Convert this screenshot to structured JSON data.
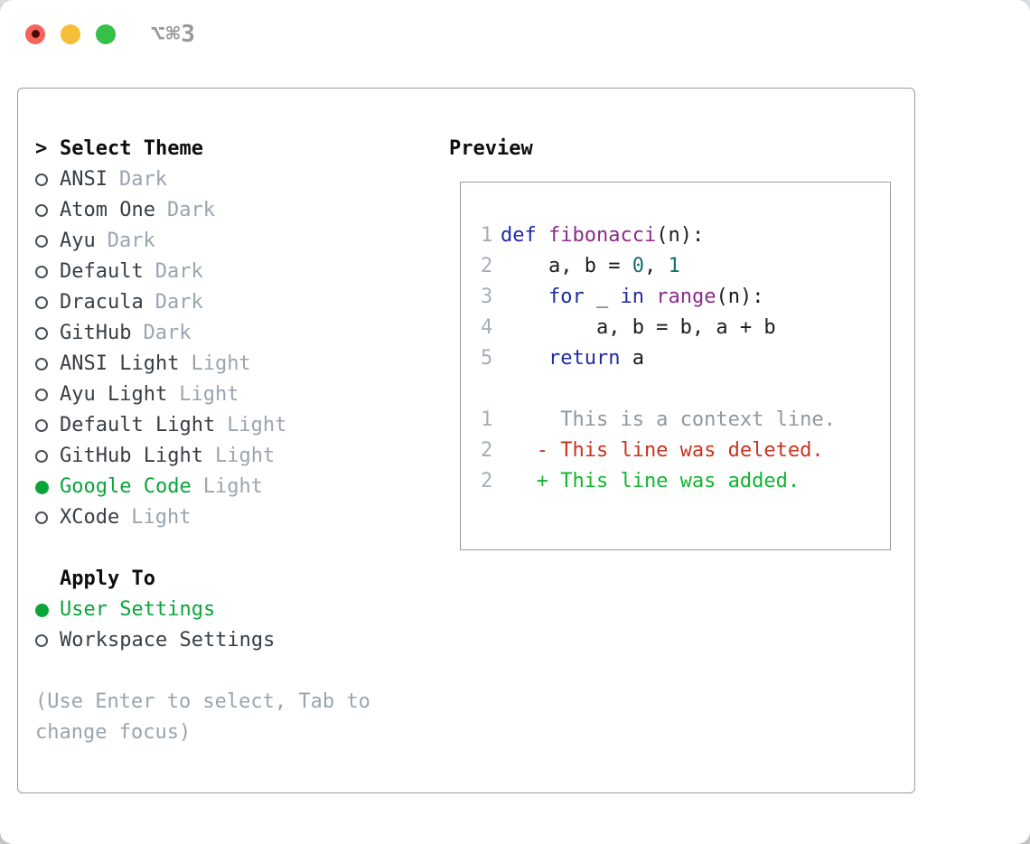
{
  "titlebar": {
    "shortcut": "⌥⌘3"
  },
  "theme_selector": {
    "focus_marker": ">",
    "heading": "Select Theme",
    "items": [
      {
        "name": "ANSI",
        "variant": "Dark",
        "selected": false
      },
      {
        "name": "Atom One",
        "variant": "Dark",
        "selected": false
      },
      {
        "name": "Ayu",
        "variant": "Dark",
        "selected": false
      },
      {
        "name": "Default",
        "variant": "Dark",
        "selected": false
      },
      {
        "name": "Dracula",
        "variant": "Dark",
        "selected": false
      },
      {
        "name": "GitHub",
        "variant": "Dark",
        "selected": false
      },
      {
        "name": "ANSI Light",
        "variant": "Light",
        "selected": false
      },
      {
        "name": "Ayu Light",
        "variant": "Light",
        "selected": false
      },
      {
        "name": "Default Light",
        "variant": "Light",
        "selected": false
      },
      {
        "name": "GitHub Light",
        "variant": "Light",
        "selected": false
      },
      {
        "name": "Google Code",
        "variant": "Light",
        "selected": true
      },
      {
        "name": "XCode",
        "variant": "Light",
        "selected": false
      }
    ]
  },
  "apply_to": {
    "heading": "Apply To",
    "options": [
      {
        "label": "User Settings",
        "selected": true
      },
      {
        "label": "Workspace Settings",
        "selected": false
      }
    ]
  },
  "hint": "(Use Enter to select, Tab to change focus)",
  "preview": {
    "heading": "Preview",
    "code_lines": [
      {
        "number": "1",
        "segments": [
          {
            "text": "def",
            "style": "keyword"
          },
          {
            "text": " ",
            "style": "plain"
          },
          {
            "text": "fibonacci",
            "style": "function"
          },
          {
            "text": "(n):",
            "style": "plain"
          }
        ]
      },
      {
        "number": "2",
        "segments": [
          {
            "text": "    a, b = ",
            "style": "plain"
          },
          {
            "text": "0",
            "style": "number"
          },
          {
            "text": ", ",
            "style": "plain"
          },
          {
            "text": "1",
            "style": "number"
          }
        ]
      },
      {
        "number": "3",
        "segments": [
          {
            "text": "    ",
            "style": "plain"
          },
          {
            "text": "for",
            "style": "keyword"
          },
          {
            "text": " _ ",
            "style": "plain"
          },
          {
            "text": "in",
            "style": "keyword"
          },
          {
            "text": " ",
            "style": "plain"
          },
          {
            "text": "range",
            "style": "function"
          },
          {
            "text": "(n):",
            "style": "plain"
          }
        ]
      },
      {
        "number": "4",
        "segments": [
          {
            "text": "        a, b = b, a + b",
            "style": "plain"
          }
        ]
      },
      {
        "number": "5",
        "segments": [
          {
            "text": "    ",
            "style": "plain"
          },
          {
            "text": "return",
            "style": "keyword"
          },
          {
            "text": " a",
            "style": "plain"
          }
        ]
      }
    ],
    "diff_lines": [
      {
        "number": "1",
        "text": "     This is a context line.",
        "kind": "context"
      },
      {
        "number": "2",
        "text": "   - This line was deleted.",
        "kind": "deleted"
      },
      {
        "number": "2",
        "text": "   + This line was added.",
        "kind": "added"
      }
    ]
  },
  "colors": {
    "keyword": "#1f2aa8",
    "function": "#8b2b8b",
    "number": "#0f6f6a",
    "plain": "#1c1c1c",
    "line_number": "#a4aeb8",
    "context": "#8f979f",
    "deleted": "#c8341f",
    "added": "#0fb62e",
    "selected_green": "#0aa53a",
    "muted": "#9aa4b0",
    "item_text": "#383e44",
    "border": "#939da7"
  }
}
